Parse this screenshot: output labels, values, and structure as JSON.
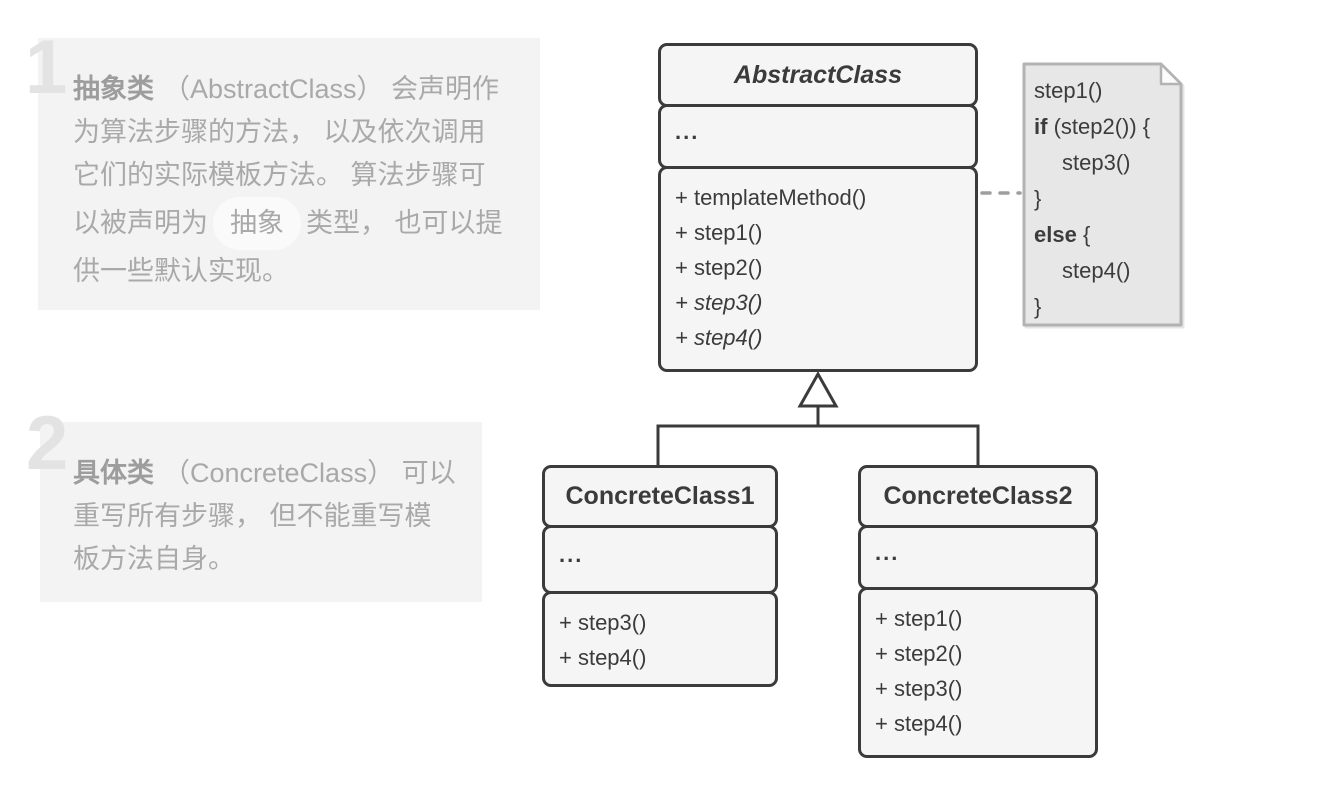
{
  "colors": {
    "panel_bg": "#f3f3f3",
    "panel_number": "#e3e3e3",
    "annotation_text": "#a9a9a9",
    "pill_bg": "#fafafa",
    "uml_fill": "#f5f5f5",
    "uml_border": "#3b3b3b",
    "note_fill": "#e7e7e7",
    "note_border": "#b3b3b3",
    "dashed_connector": "#9e9e9e"
  },
  "annotations": [
    {
      "number": "1",
      "lines": [
        {
          "bold": "抽象类",
          "text": "（AbstractClass） 会声明作"
        },
        {
          "text": "为算法步骤的方法， 以及依次调用"
        },
        {
          "text": "它们的实际模板方法。 算法步骤可"
        },
        {
          "pre": "以被声明为",
          "pill": "抽象",
          "post": "类型， 也可以提"
        },
        {
          "text": "供一些默认实现。"
        }
      ]
    },
    {
      "number": "2",
      "lines": [
        {
          "bold": "具体类",
          "text": "（ConcreteClass） 可以"
        },
        {
          "text": "重写所有步骤， 但不能重写模"
        },
        {
          "text": "板方法自身。"
        }
      ]
    }
  ],
  "diagram": {
    "abstract_class": {
      "title": "AbstractClass",
      "fields": "...",
      "methods": [
        {
          "text": "+ templateMethod()"
        },
        {
          "text": "+ step1()"
        },
        {
          "text": "+ step2()"
        },
        {
          "text": "+ step3()"
        },
        {
          "text": "+ step4()"
        }
      ]
    },
    "concrete_class_1": {
      "title": "ConcreteClass1",
      "fields": "...",
      "methods": [
        {
          "text": "+ step3()"
        },
        {
          "text": "+ step4()"
        }
      ]
    },
    "concrete_class_2": {
      "title": "ConcreteClass2",
      "fields": "...",
      "methods": [
        {
          "text": "+ step1()"
        },
        {
          "text": "+ step2()"
        },
        {
          "text": "+ step3()"
        },
        {
          "text": "+ step4()"
        }
      ]
    },
    "note": {
      "lines": [
        {
          "text": "step1()"
        },
        {
          "bold": "if",
          "text": " (step2()) {"
        },
        {
          "text": "step3()"
        },
        {
          "text": "}"
        },
        {
          "bold": "else",
          "text": " {"
        },
        {
          "text": "step4()"
        },
        {
          "text": "}"
        }
      ]
    }
  }
}
